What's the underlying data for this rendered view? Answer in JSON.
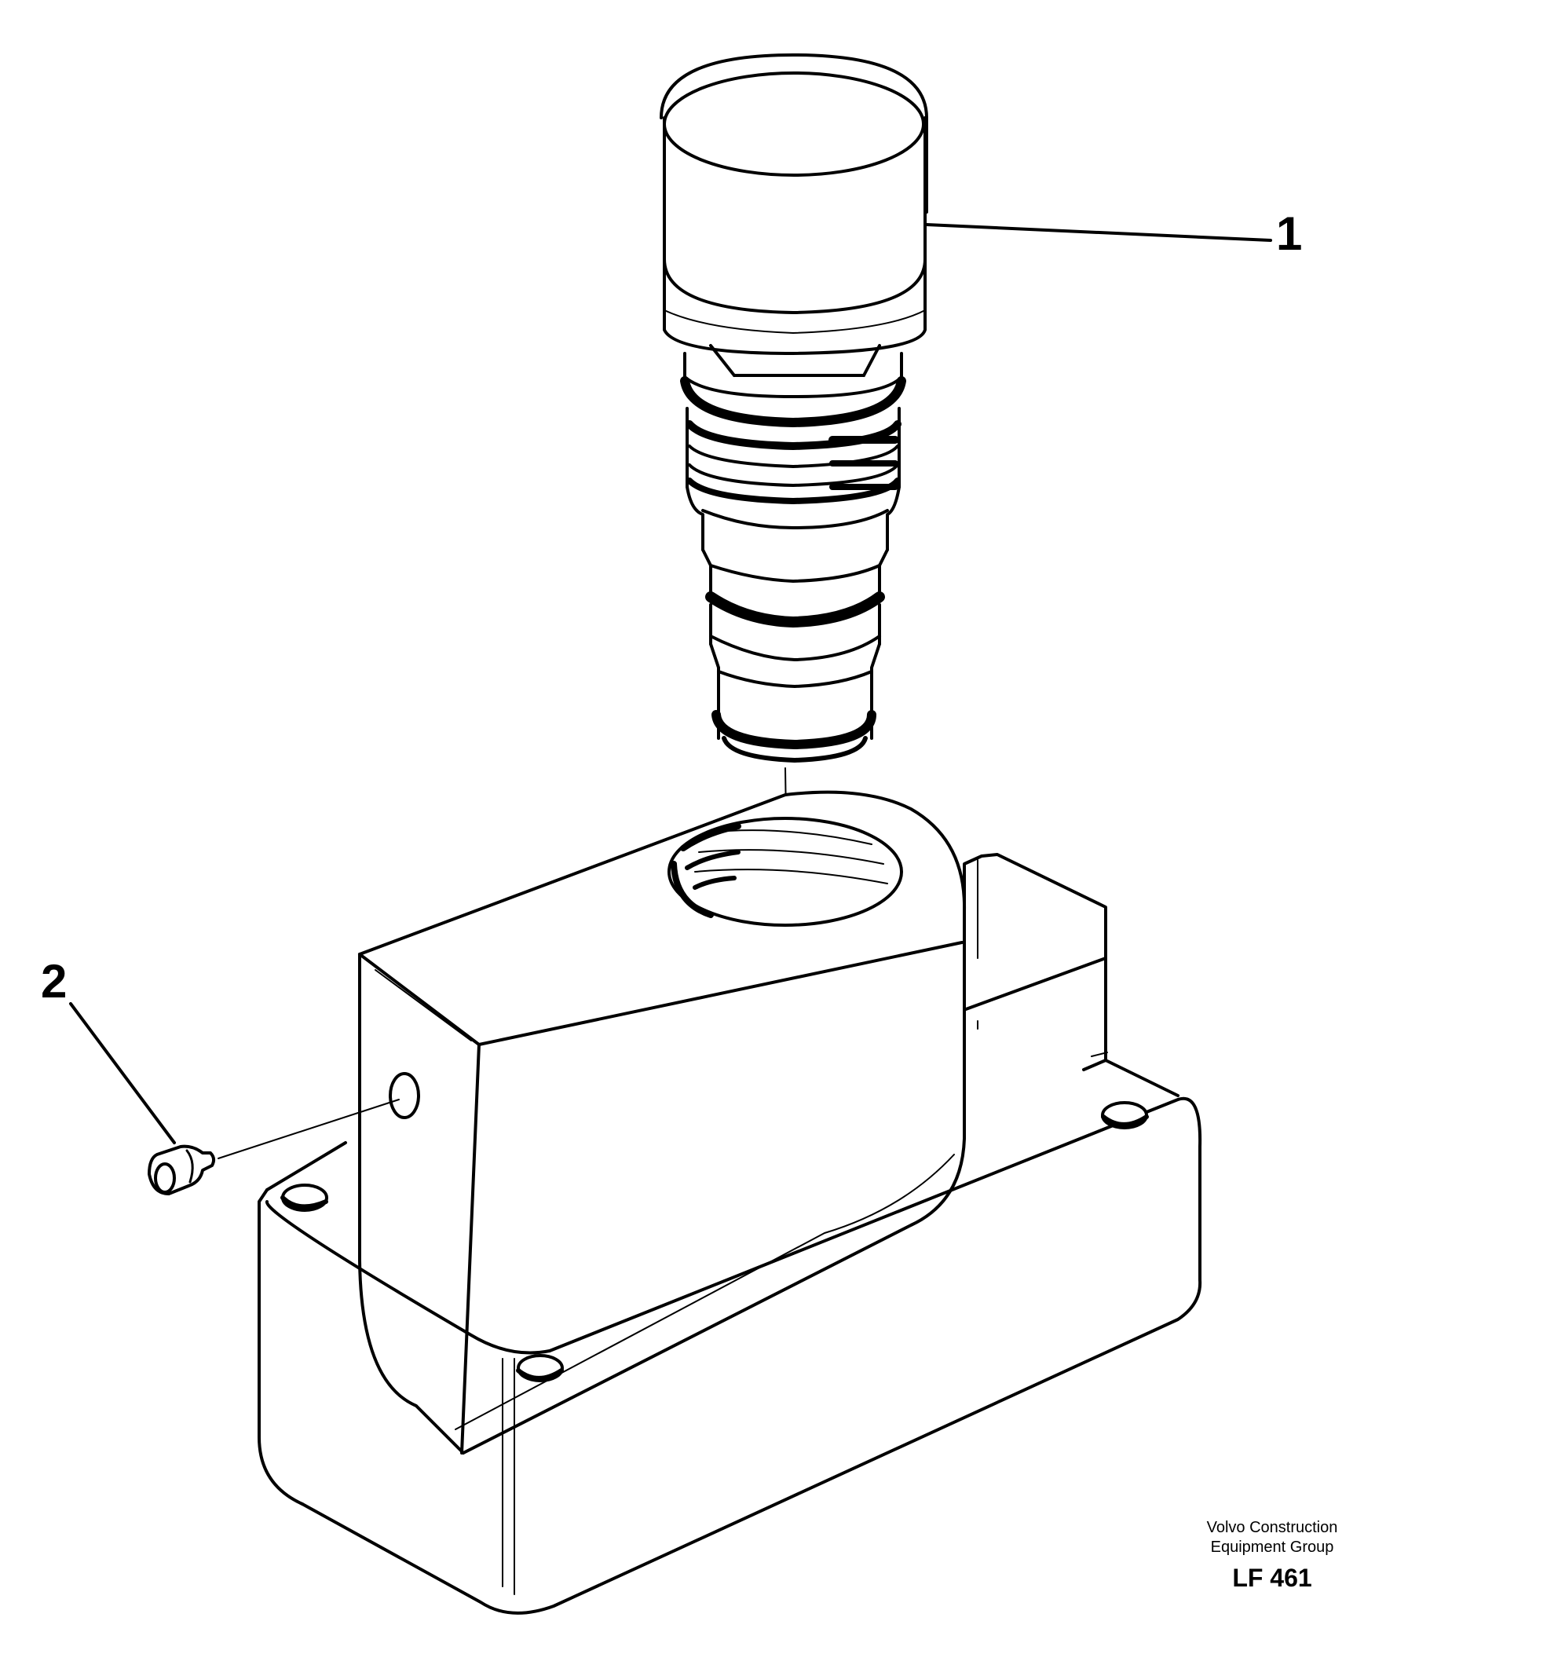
{
  "callouts": [
    {
      "id": "1",
      "label": "1"
    },
    {
      "id": "2",
      "label": "2"
    }
  ],
  "credit": {
    "line1": "Volvo Construction",
    "line2": "Equipment Group",
    "code": "LF 461"
  }
}
